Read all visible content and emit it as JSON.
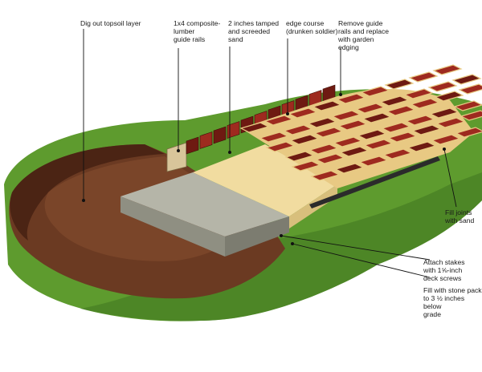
{
  "labels": {
    "dig_out": "Dig out topsoil layer",
    "guide_rails": "1x4 composite-\nlumber\nguide rails",
    "tamped_sand": "2 inches tamped\nand screeded\nsand",
    "edge_course": "edge course\n(drunken soldier)",
    "remove_rails": "Remove guide\nrails and replace\nwith garden\nedging",
    "fill_joints": "Fill joints\nwith sand",
    "attach_stakes": "Attach stakes\nwith 1⅝-inch\ndeck screws",
    "fill_stone": "Fill with stone pack\nto 3 ½ inches below\ngrade"
  },
  "colors": {
    "grass": "#5e9b2e",
    "grass_dark": "#3f7420",
    "soil": "#6b3a22",
    "soil_dark": "#4b2414",
    "sand": "#f1dca0",
    "gravel": "#a9a99d",
    "brick": "#9e2a1f",
    "brick_dark": "#6e1a12",
    "joint_sand": "#e8c983",
    "rail": "#d8c59a"
  }
}
